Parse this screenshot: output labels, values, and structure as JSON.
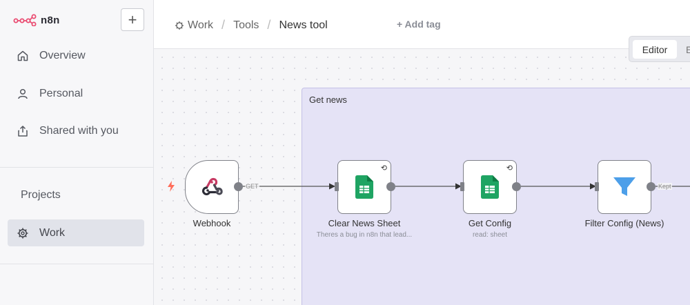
{
  "app": {
    "logo_text": "n8n",
    "brand_color": "#ea4b71"
  },
  "sidebar": {
    "nav": [
      {
        "label": "Overview",
        "icon": "home-icon"
      },
      {
        "label": "Personal",
        "icon": "user-icon"
      },
      {
        "label": "Shared with you",
        "icon": "share-icon"
      }
    ],
    "projects_label": "Projects",
    "active_project": {
      "label": "Work",
      "icon": "gear-icon"
    }
  },
  "header": {
    "breadcrumb": [
      "Work",
      "Tools",
      "News tool"
    ],
    "add_tag": "+ Add tag"
  },
  "tabs": {
    "active": "Editor",
    "other": "E"
  },
  "canvas": {
    "sticky_title": "Get news",
    "nodes": [
      {
        "label": "Webhook",
        "subtitle": "",
        "icon": "webhook-icon"
      },
      {
        "label": "Clear News Sheet",
        "subtitle": "Theres a bug in n8n that lead...",
        "icon": "google-sheets-icon"
      },
      {
        "label": "Get Config",
        "subtitle": "read: sheet",
        "icon": "google-sheets-icon"
      },
      {
        "label": "Filter Config (News)",
        "subtitle": "",
        "icon": "filter-icon"
      }
    ],
    "connections": [
      {
        "label": "GET"
      },
      {
        "label": "Kept"
      }
    ]
  }
}
